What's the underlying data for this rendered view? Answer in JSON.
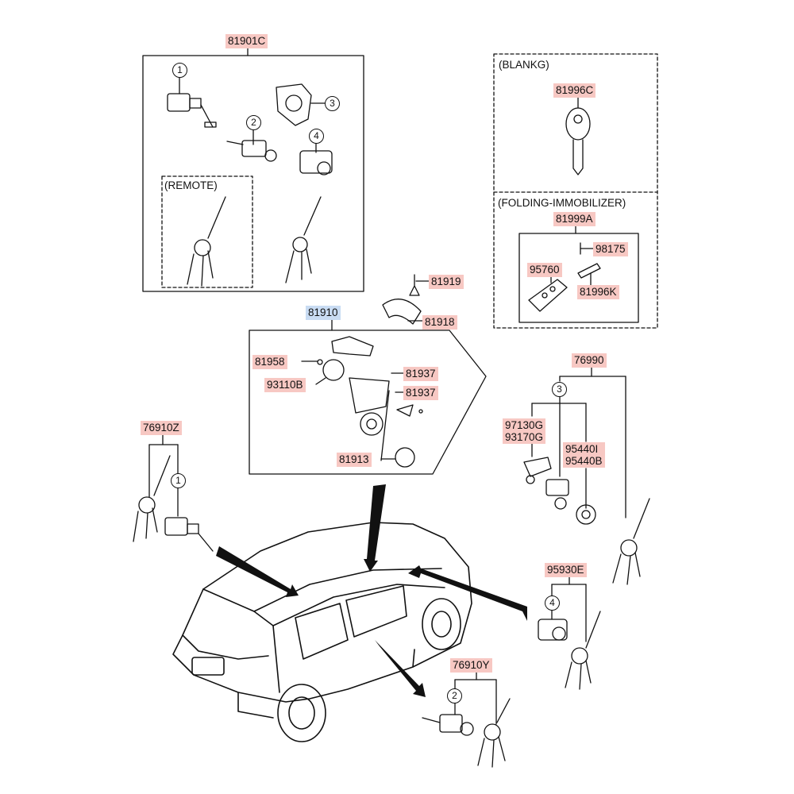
{
  "labels": {
    "l_81901c": "81901C",
    "l_remote": "(REMOTE)",
    "l_blankg": "(BLANKG)",
    "l_81996c": "81996C",
    "l_folding": "(FOLDING-IMMOBILIZER)",
    "l_81999a": "81999A",
    "l_98175": "98175",
    "l_95760": "95760",
    "l_81996k": "81996K",
    "l_81919": "81919",
    "l_81910": "81910",
    "l_81918": "81918",
    "l_81958": "81958",
    "l_81937a": "81937",
    "l_93110b": "93110B",
    "l_81937b": "81937",
    "l_81913": "81913",
    "l_76990": "76990",
    "l_97130g": "97130G\n93170G",
    "l_95440": "95440I\n95440B",
    "l_76910z": "76910Z",
    "l_95930e": "95930E",
    "l_76910y": "76910Y"
  },
  "callouts": {
    "c1a": "1",
    "c2a": "2",
    "c3a": "3",
    "c4a": "4",
    "c1b": "1",
    "c3b": "3",
    "c4b": "4",
    "c2b": "2"
  },
  "colors": {
    "part_label_bg": "#f7c8c3",
    "assembly_label_bg": "#c9dcf3",
    "line": "#111111"
  }
}
